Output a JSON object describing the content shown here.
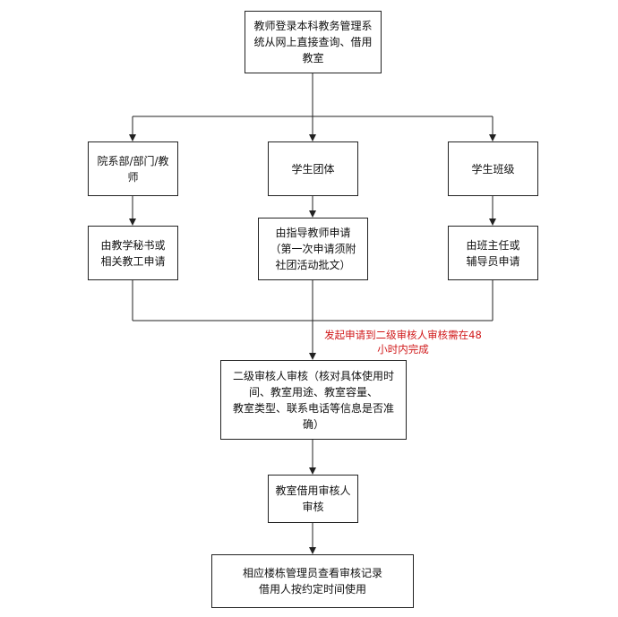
{
  "flowchart": {
    "start": {
      "lines": [
        "教师登录本科教务管理系",
        "统从网上直接查询、借用",
        "教室"
      ]
    },
    "branches": [
      {
        "category": {
          "lines": [
            "院系部/部门/教",
            "师"
          ]
        },
        "applicant": {
          "lines": [
            "由教学秘书或",
            "相关教工申请"
          ]
        }
      },
      {
        "category": {
          "lines": [
            "学生团体"
          ]
        },
        "applicant": {
          "lines": [
            "由指导教师申请",
            "（第一次申请须附",
            "社团活动批文）"
          ]
        }
      },
      {
        "category": {
          "lines": [
            "学生班级"
          ]
        },
        "applicant": {
          "lines": [
            "由班主任或",
            "辅导员申请"
          ]
        }
      }
    ],
    "note": {
      "lines": [
        "发起申请到二级审核人审核需在48",
        "小时内完成"
      ],
      "color": "#d0191a"
    },
    "review2": {
      "lines": [
        "二级审核人审核（核对具体使用时",
        "间、教室用途、教室容量、",
        "教室类型、联系电话等信息是否准",
        "确）"
      ]
    },
    "review_final": {
      "lines": [
        "教室借用审核人",
        "审核"
      ]
    },
    "end": {
      "lines": [
        "相应楼栋管理员查看审核记录",
        "借用人按约定时间使用"
      ]
    }
  }
}
